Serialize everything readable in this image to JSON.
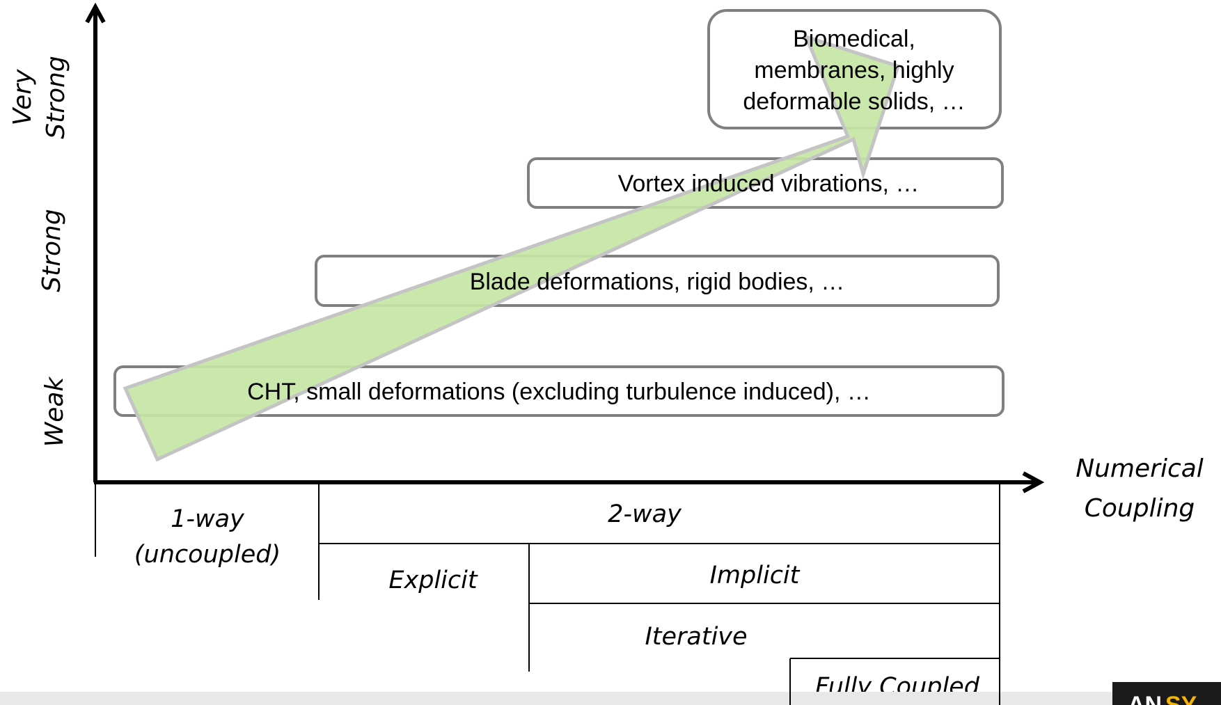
{
  "y_axis": {
    "levels": {
      "very_strong": [
        "Very",
        "Strong"
      ],
      "strong": "Strong",
      "weak": "Weak"
    }
  },
  "x_axis": {
    "label": [
      "Numerical",
      "Coupling"
    ]
  },
  "cases": {
    "weak": "CHT, small deformations (excluding turbulence induced), …",
    "strong": "Blade deformations, rigid bodies, …",
    "vortex": "Vortex induced vibrations, …",
    "very_strong": [
      "Biomedical,",
      "membranes, highly",
      "deformable solids, …"
    ]
  },
  "schemes": {
    "one_way": [
      "1-way",
      "(uncoupled)"
    ],
    "two_way": "2-way",
    "explicit": "Explicit",
    "implicit": "Implicit",
    "iterative": "Iterative",
    "fully_coupled": "Fully Coupled"
  },
  "logo": {
    "text_dark": "AN",
    "text_accent": "SY"
  },
  "colors": {
    "arrow_fill": "#c6e6a4",
    "arrow_stroke": "#c4c4c4",
    "box_stroke": "#808080",
    "axis": "#000000",
    "logo_accent": "#f4b400"
  }
}
